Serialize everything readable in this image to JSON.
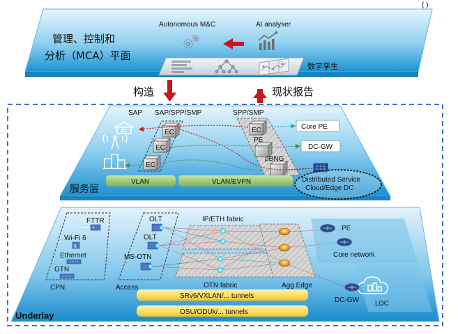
{
  "page_corner_text": "( )",
  "mca_plane": {
    "title_line1": "管理、控制和",
    "title_line2": "分析（MCA）平面",
    "autonomous_label": "Autonomous M&C",
    "ai_label": "AI analyser",
    "digital_twin_label": "数字孪生"
  },
  "arrows": {
    "build_label": "构造",
    "report_label": "现状报告"
  },
  "service_layer": {
    "title": "服务层",
    "col_sap": "SAP",
    "col_sap_spp_smp": "SAP/SPP/SMP",
    "col_spp_smp": "SPP/SMP",
    "ec_label": "EC",
    "pe_label": "PE",
    "pbng_label": "pBNG",
    "core_pe": "Core PE",
    "dc_gw": "DC-GW",
    "dc_line1": "Distributed Service",
    "dc_line2": "Cloud/Edge DC",
    "vlan": "VLAN",
    "vlan_evpn": "VLAN/EVPN"
  },
  "underlay": {
    "title": "Underlay",
    "cpn": {
      "fttr": "FTTR",
      "wifi6": "Wi-Fi 6",
      "ethernet": "Ethernet",
      "otn": "OTN",
      "label": "CPN"
    },
    "access": {
      "olt1": "OLT",
      "olt2": "OLT",
      "ms_otn": "MS-OTN",
      "label": "Access"
    },
    "ip_eth_fabric": "IP/ETH fabric",
    "otn_fabric": "OTN fabric",
    "agg_edge": "Agg Edge",
    "pe": "PE",
    "core_network": "Core network",
    "dc_gw": "DC-GW",
    "ldc": "LDC",
    "tunnel1": "SRv6/VXLAN/... tunnels",
    "tunnel2": "OSU/ODUk/... tunnels"
  },
  "colors": {
    "plane_light": "#dff2fb",
    "plane_dark": "#1f96d3",
    "dashed_border": "#3b74c8",
    "red_arrow": "#c8161d",
    "vlan_green": "#a9d18e",
    "tunnel_yellow": "#ffe27a"
  }
}
